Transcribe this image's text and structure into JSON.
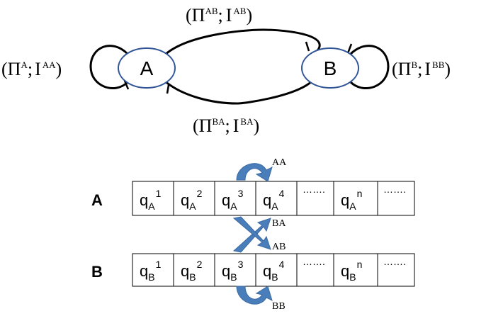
{
  "graph": {
    "nodes": {
      "a": "A",
      "b": "B"
    },
    "edges": {
      "ab": {
        "pi": "Π",
        "pi_sup": "AB",
        "sep": ";",
        "i": "I",
        "i_sup": "AB"
      },
      "ba": {
        "pi": "Π",
        "pi_sup": "BA",
        "sep": ";",
        "i": "I",
        "i_sup": "BA"
      },
      "aa": {
        "pi": "Π",
        "pi_sup": "A",
        "sep": ";",
        "i": "I",
        "i_sup": "AA"
      },
      "bb": {
        "pi": "Π",
        "pi_sup": "B",
        "sep": ";",
        "i": "I",
        "i_sup": "BB"
      }
    },
    "paren_open": "(",
    "paren_close": ")"
  },
  "arrays": {
    "row_a": {
      "label": "A",
      "cells": [
        {
          "base": "q",
          "sub": "A",
          "sup": "1"
        },
        {
          "base": "q",
          "sub": "A",
          "sup": "2"
        },
        {
          "base": "q",
          "sub": "A",
          "sup": "3"
        },
        {
          "base": "q",
          "sub": "A",
          "sup": "4"
        },
        {
          "dots": "……."
        },
        {
          "base": "q",
          "sub": "A",
          "sup": "n"
        },
        {
          "dots": "……."
        }
      ]
    },
    "row_b": {
      "label": "B",
      "cells": [
        {
          "base": "q",
          "sub": "B",
          "sup": "1"
        },
        {
          "base": "q",
          "sub": "B",
          "sup": "2"
        },
        {
          "base": "q",
          "sub": "B",
          "sup": "3"
        },
        {
          "base": "q",
          "sub": "B",
          "sup": "4"
        },
        {
          "dots": "……."
        },
        {
          "base": "q",
          "sub": "B",
          "sup": "n"
        },
        {
          "dots": "……."
        }
      ]
    },
    "arrow_labels": {
      "aa": "AA",
      "ba": "BA",
      "ab": "AB",
      "bb": "BB"
    }
  },
  "colors": {
    "node_stroke": "#2f5597",
    "arrow_fill": "#4a7ebb",
    "arrow_stroke": "#3a6aa3",
    "line": "#000000"
  }
}
